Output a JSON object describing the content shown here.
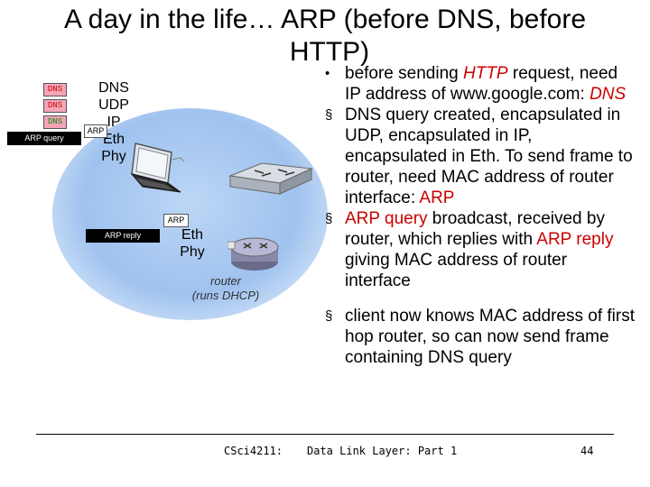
{
  "title": {
    "line1": "A day in the life… ARP (before DNS, before",
    "line2": "HTTP)"
  },
  "bullets": [
    {
      "mark": "•",
      "parts": [
        {
          "text": "before sending ",
          "style": "plain"
        },
        {
          "text": "HTTP",
          "style": "red-italic"
        },
        {
          "text": " request, need IP address of www.google.com: ",
          "style": "plain"
        },
        {
          "text": "DNS",
          "style": "red-italic"
        }
      ]
    },
    {
      "mark": "§",
      "parts": [
        {
          "text": "DNS query created, encapsulated in UDP, encapsulated in IP, encapsulated in Eth. To send frame to router, need MAC address of router interface: ",
          "style": "plain"
        },
        {
          "text": "ARP",
          "style": "red"
        }
      ]
    },
    {
      "mark": "§",
      "parts": [
        {
          "text": "ARP query",
          "style": "red"
        },
        {
          "text": " broadcast, received by router, which replies with ",
          "style": "plain"
        },
        {
          "text": "ARP reply",
          "style": "red"
        },
        {
          "text": " giving MAC address of router interface",
          "style": "plain"
        }
      ]
    },
    {
      "mark": "§",
      "parts": [
        {
          "text": "client now knows MAC address of first hop router, so can now send frame containing DNS query",
          "style": "plain"
        }
      ]
    }
  ],
  "diagram": {
    "client_stack_boxes": [
      "DNS",
      "DNS",
      "DNS",
      "ARP query"
    ],
    "client_layers": [
      "DNS",
      "UDP",
      "IP",
      "Eth",
      "Phy"
    ],
    "client_arp_tag": "ARP",
    "router_arp_tag": "ARP",
    "arp_reply_box": "ARP reply",
    "router_layers": [
      "Eth",
      "Phy"
    ],
    "router_label_line1": "router",
    "router_label_line2": "(runs DHCP)"
  },
  "footer": {
    "course": "CSci4211:",
    "topic": "Data Link Layer: Part 1",
    "page": "44"
  },
  "colors": {
    "accent_red": "#cc0000",
    "dns_box": "#f4a6b8",
    "arp_box": "#000000",
    "cloud": "#9fc2ef"
  }
}
